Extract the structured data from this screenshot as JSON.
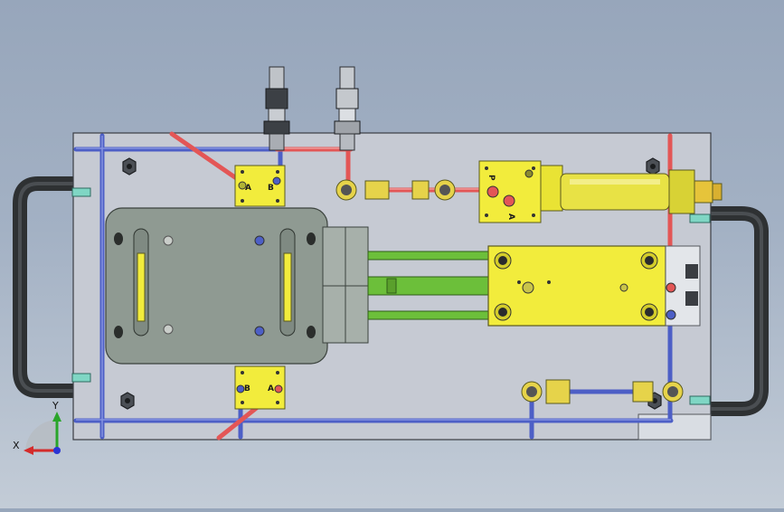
{
  "viewport": {
    "background_top": "#97a6bb",
    "background_bottom": "#c3ccd7"
  },
  "colors": {
    "plate": "#c6cad3",
    "pressure_line": "#e35656",
    "return_line": "#4d5fc6",
    "cylinder_rod": "#6cbf3a",
    "manifold_block": "#f2ec3c",
    "fixture_body": "#8f9a92",
    "handle": "#2e3133",
    "fitting_teal": "#7fd6c4"
  },
  "valve_labels": {
    "top_valve_a": "A",
    "top_valve_b": "B",
    "bottom_valve_b": "B",
    "bottom_valve_a": "A",
    "directional_valve_p": "P",
    "directional_valve_a": "A"
  },
  "triad": {
    "x_label": "X",
    "y_label": "Y",
    "x_color": "#d42b2b",
    "y_color": "#2aa52a",
    "z_color": "#2b35d4"
  }
}
